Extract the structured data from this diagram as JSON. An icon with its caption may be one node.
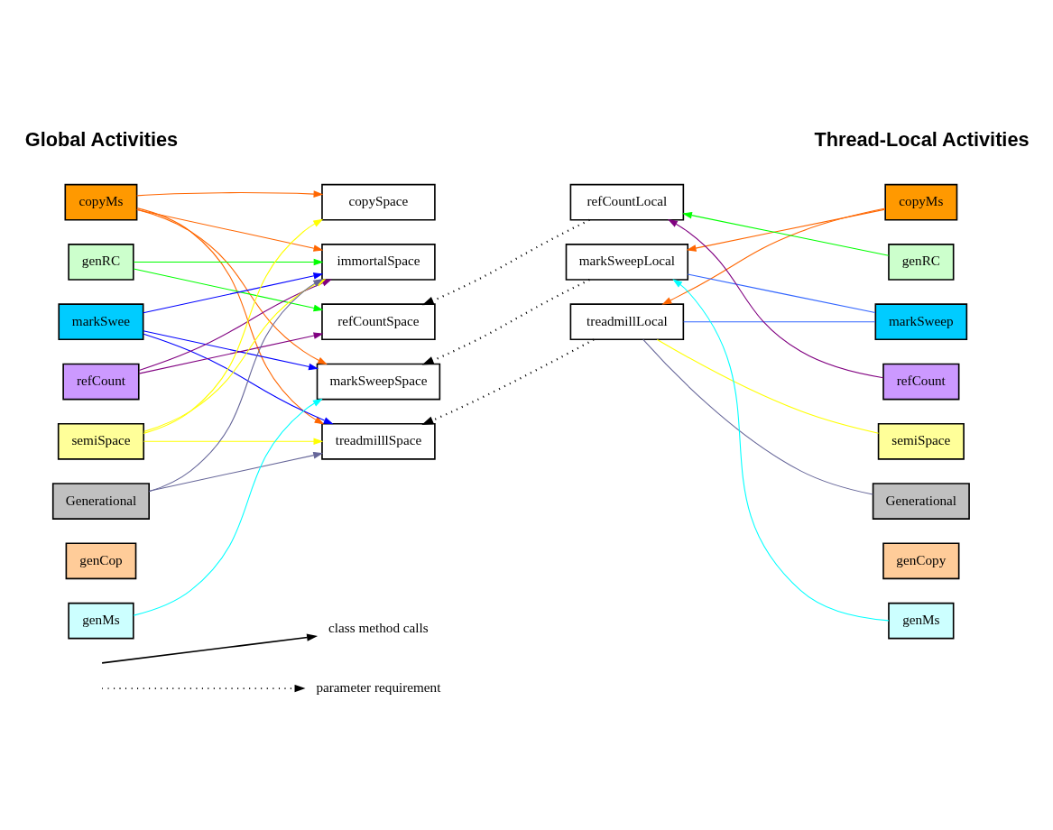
{
  "diagram": {
    "nodes": [
      {
        "text": [
          "copyMs"
        ]
      },
      {
        "text": [
          "genRC"
        ]
      },
      {
        "text": [
          "markSwee"
        ]
      },
      {
        "text": [
          "refCount"
        ]
      },
      {
        "text": [
          "semiSpace"
        ]
      },
      {
        "text": [
          "Generational"
        ]
      },
      {
        "text": [
          "genCop"
        ]
      },
      {
        "text": [
          "genMs"
        ]
      },
      {
        "text": [
          "copySpace"
        ]
      },
      {
        "text": [
          "immortalSpace"
        ]
      },
      {
        "text": [
          "refCountSpace"
        ]
      },
      {
        "text": [
          "markSweepSpace"
        ]
      },
      {
        "text": [
          "treadmilllSpace"
        ]
      },
      {
        "text": [
          "refCountLocal"
        ]
      },
      {
        "text": [
          "markSweepLocal"
        ]
      },
      {
        "text": [
          "treadmillLocal"
        ]
      },
      {
        "text": [
          "copyMs"
        ]
      },
      {
        "text": [
          "genRC"
        ]
      },
      {
        "text": [
          "markSweep"
        ]
      },
      {
        "text": [
          "refCount"
        ]
      },
      {
        "text": [
          "semiSpace"
        ]
      },
      {
        "text": [
          "Generational"
        ]
      },
      {
        "text": [
          "genCopy"
        ]
      },
      {
        "text": [
          "genMs"
        ]
      }
    ],
    "edges": [
      {
        "from": 0,
        "to": 8,
        "arrow": "to",
        "color": "#ff6600"
      },
      {
        "from": 0,
        "to": 9,
        "arrow": "to",
        "color": "#ff6600"
      },
      {
        "from": 0,
        "to": 11,
        "arrow": "to",
        "color": "#ff6600"
      },
      {
        "from": 0,
        "to": 12,
        "arrow": "to",
        "color": "#ff6600"
      },
      {
        "from": 1,
        "to": 9,
        "arrow": "to",
        "color": "#00ff00"
      },
      {
        "from": 1,
        "to": 10,
        "arrow": "to",
        "color": "#00ff00"
      },
      {
        "from": 2,
        "to": 9,
        "arrow": "to",
        "color": "#0000ff"
      },
      {
        "from": 2,
        "to": 11,
        "arrow": "to",
        "color": "#0000ff"
      },
      {
        "from": 2,
        "to": 12,
        "arrow": "to",
        "color": "#0000ff"
      },
      {
        "from": 3,
        "to": 9,
        "arrow": "to",
        "color": "#800080"
      },
      {
        "from": 3,
        "to": 10,
        "arrow": "to",
        "color": "#800080"
      },
      {
        "from": 4,
        "to": 8,
        "arrow": "to",
        "color": "#ffff00"
      },
      {
        "from": 4,
        "to": 9,
        "arrow": "to",
        "color": "#ffff00"
      },
      {
        "from": 4,
        "to": 12,
        "arrow": "to",
        "color": "#ffff00"
      },
      {
        "from": 5,
        "to": 9,
        "arrow": "to",
        "color": "#666699"
      },
      {
        "from": 5,
        "to": 12,
        "arrow": "to",
        "color": "#666699"
      },
      {
        "from": 7,
        "to": 11,
        "arrow": "to",
        "color": "#00ffff"
      },
      {
        "from": 13,
        "to": 10,
        "arrow": "to",
        "style": "dashed",
        "color": "#000000"
      },
      {
        "from": 14,
        "to": 11,
        "arrow": "to",
        "style": "dashed",
        "color": "#000000"
      },
      {
        "from": 15,
        "to": 12,
        "arrow": "to",
        "style": "dashed",
        "color": "#000000"
      },
      {
        "from": 16,
        "to": 14,
        "arrow": "to",
        "color": "#ff6600"
      },
      {
        "from": 16,
        "to": 15,
        "arrow": "to",
        "color": "#ff6600"
      },
      {
        "from": 17,
        "to": 13,
        "arrow": "to",
        "color": "#00ff00"
      },
      {
        "from": 18,
        "to": 14,
        "arrow": "none",
        "color": "#3366ff"
      },
      {
        "from": 18,
        "to": 15,
        "arrow": "none",
        "color": "#3366ff"
      },
      {
        "from": 19,
        "to": 13,
        "arrow": "to",
        "color": "#800080"
      },
      {
        "from": 20,
        "to": 15,
        "arrow": "none",
        "color": "#ffff00"
      },
      {
        "from": 21,
        "to": 15,
        "arrow": "none",
        "color": "#666699"
      },
      {
        "from": 23,
        "to": 14,
        "arrow": "to",
        "color": "#00ffff"
      }
    ],
    "labels": [
      "Global Activities",
      "Thread-Local Activities"
    ],
    "legend": [
      {
        "text": "class method calls"
      },
      {
        "text": "parameter requirement"
      }
    ]
  }
}
